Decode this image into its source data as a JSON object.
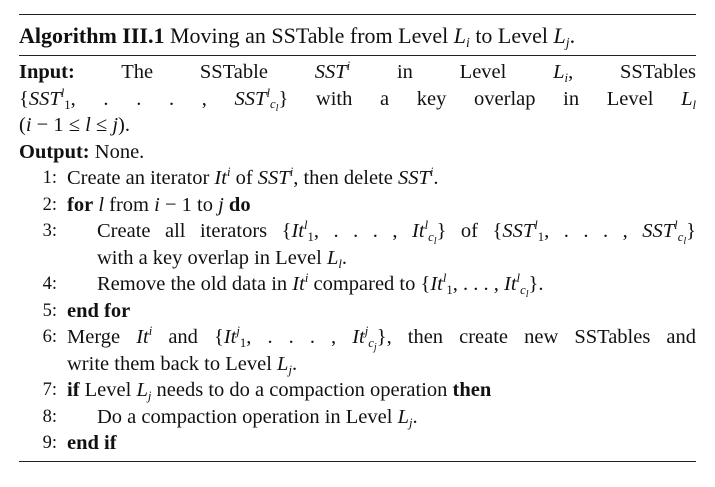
{
  "algorithm": {
    "label": "Algorithm III.1",
    "title": "Moving an SSTable from Level L_i to Level L_j."
  },
  "input": {
    "label": "Input:",
    "text": "The SSTable SST^i in Level L_i, SSTables {SST_1^l, ..., SST_{c_l}^l} with a key overlap in Level L_l (i − 1 ≤ l ≤ j)."
  },
  "output": {
    "label": "Output:",
    "text": "None."
  },
  "steps": [
    {
      "num": "1:",
      "text": "Create an iterator It^i of SST^i, then delete SST^i."
    },
    {
      "num": "2:",
      "text": "for l from i − 1 to j do"
    },
    {
      "num": "3:",
      "text": "Create all iterators {It_1^l, ..., It_{c_l}^l} of {SST_1^l, ..., SST_{c_l}^l} with a key overlap in Level L_l."
    },
    {
      "num": "4:",
      "text": "Remove the old data in It^i compared to {It_1^l, ..., It_{c_l}^l}."
    },
    {
      "num": "5:",
      "text": "end for"
    },
    {
      "num": "6:",
      "text": "Merge It^i and {It_1^j, ..., It_{c_j}^j}, then create new SSTables and write them back to Level L_j."
    },
    {
      "num": "7:",
      "text": "if Level L_j needs to do a compaction operation then"
    },
    {
      "num": "8:",
      "text": "Do a compaction operation in Level L_j."
    },
    {
      "num": "9:",
      "text": "end if"
    }
  ]
}
